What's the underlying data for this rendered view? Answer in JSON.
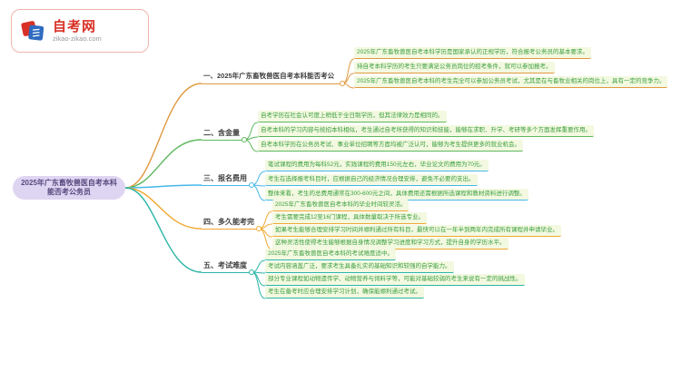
{
  "logo": {
    "title": "自考网",
    "subtitle": "zikao-zikao.com"
  },
  "palette": {
    "brand_red": "#d93025",
    "logo_blue": "#2f6bc0",
    "central_bg": "#ded5f2",
    "central_text": "#57497e",
    "leaf_text": "#3a9e3f",
    "leaf_bg": "#f3f9e0"
  },
  "icons": {
    "logo_icon": "overlapping-pages"
  },
  "central": {
    "text": "2025年广东畜牧兽医自考本科能否考公务员"
  },
  "branches": [
    {
      "label": "一、2025年广东畜牧兽医自考本科能否考公",
      "color": "#e0993f",
      "items": [
        "2025年广东畜牧兽医自考本科学历是国家承认的正规学历，符合报考公务员的基本要求。",
        "持自考本科学历的考生只要满足公务员岗位的招考条件，就可以参加报考。",
        "2025年广东畜牧兽医自考本科的考生完全可以参加公务员考试，尤其是在与畜牧业相关的岗位上，具有一定的竞争力。"
      ]
    },
    {
      "label": "二、含金量",
      "color": "#5cb85c",
      "items": [
        "自考学历在社会认可度上稍低于全日制学历，但其法律效力是相同的。",
        "自考本科的学习内容与统招本科相似，考生通过自考所获得的知识和技能，能够在求职、升学、考研等多个方面发挥重要作用。",
        "自考本科学历在公务员考试、事业单位招聘等方面均被广泛认可，能够为考生提供更多的就业机会。"
      ]
    },
    {
      "label": "三、报名费用",
      "color": "#45b8e8",
      "items": [
        "笔试课程的费用为每科52元，实践课程的费用150元左右，毕业论文的费用为70元。",
        "考生在选择报考科目时，应根据自己的经济情况合理安排，避免不必要的支出。",
        "整体来看，考生的总费用通常在300-600元之间，具体费用还需根据所选课程和教材资料进行调整。"
      ]
    },
    {
      "label": "四、多久能考完",
      "color": "#f0a830",
      "items": [
        "2025年广东畜牧兽医自考本科的毕业时间较灵活。",
        "考生需要完成12至16门课程，具体数量取决于所选专业。",
        "如果考生能够合理安排学习时间并顺利通过所有科目，最快可以在一年半到两年内完成所有课程并申请毕业。",
        "这种灵活性使得考生能够根据自身情况调整学习进度和学习方式，提升自身的学历水平。"
      ]
    },
    {
      "label": "五、考试难度",
      "color": "#2ab5a5",
      "items": [
        "2025年广东畜牧兽医自考本科的考试难度适中。",
        "考试内容涵盖广泛，要求考生具备扎实的基础知识和较强的自学能力。",
        "部分专业课程如动物遗传学、动物营养与饲料学等，可能对基础较弱的考生来说有一定的挑战性。",
        "考生在备考时应合理安排学习计划，确保能顺利通过考试。"
      ]
    }
  ]
}
